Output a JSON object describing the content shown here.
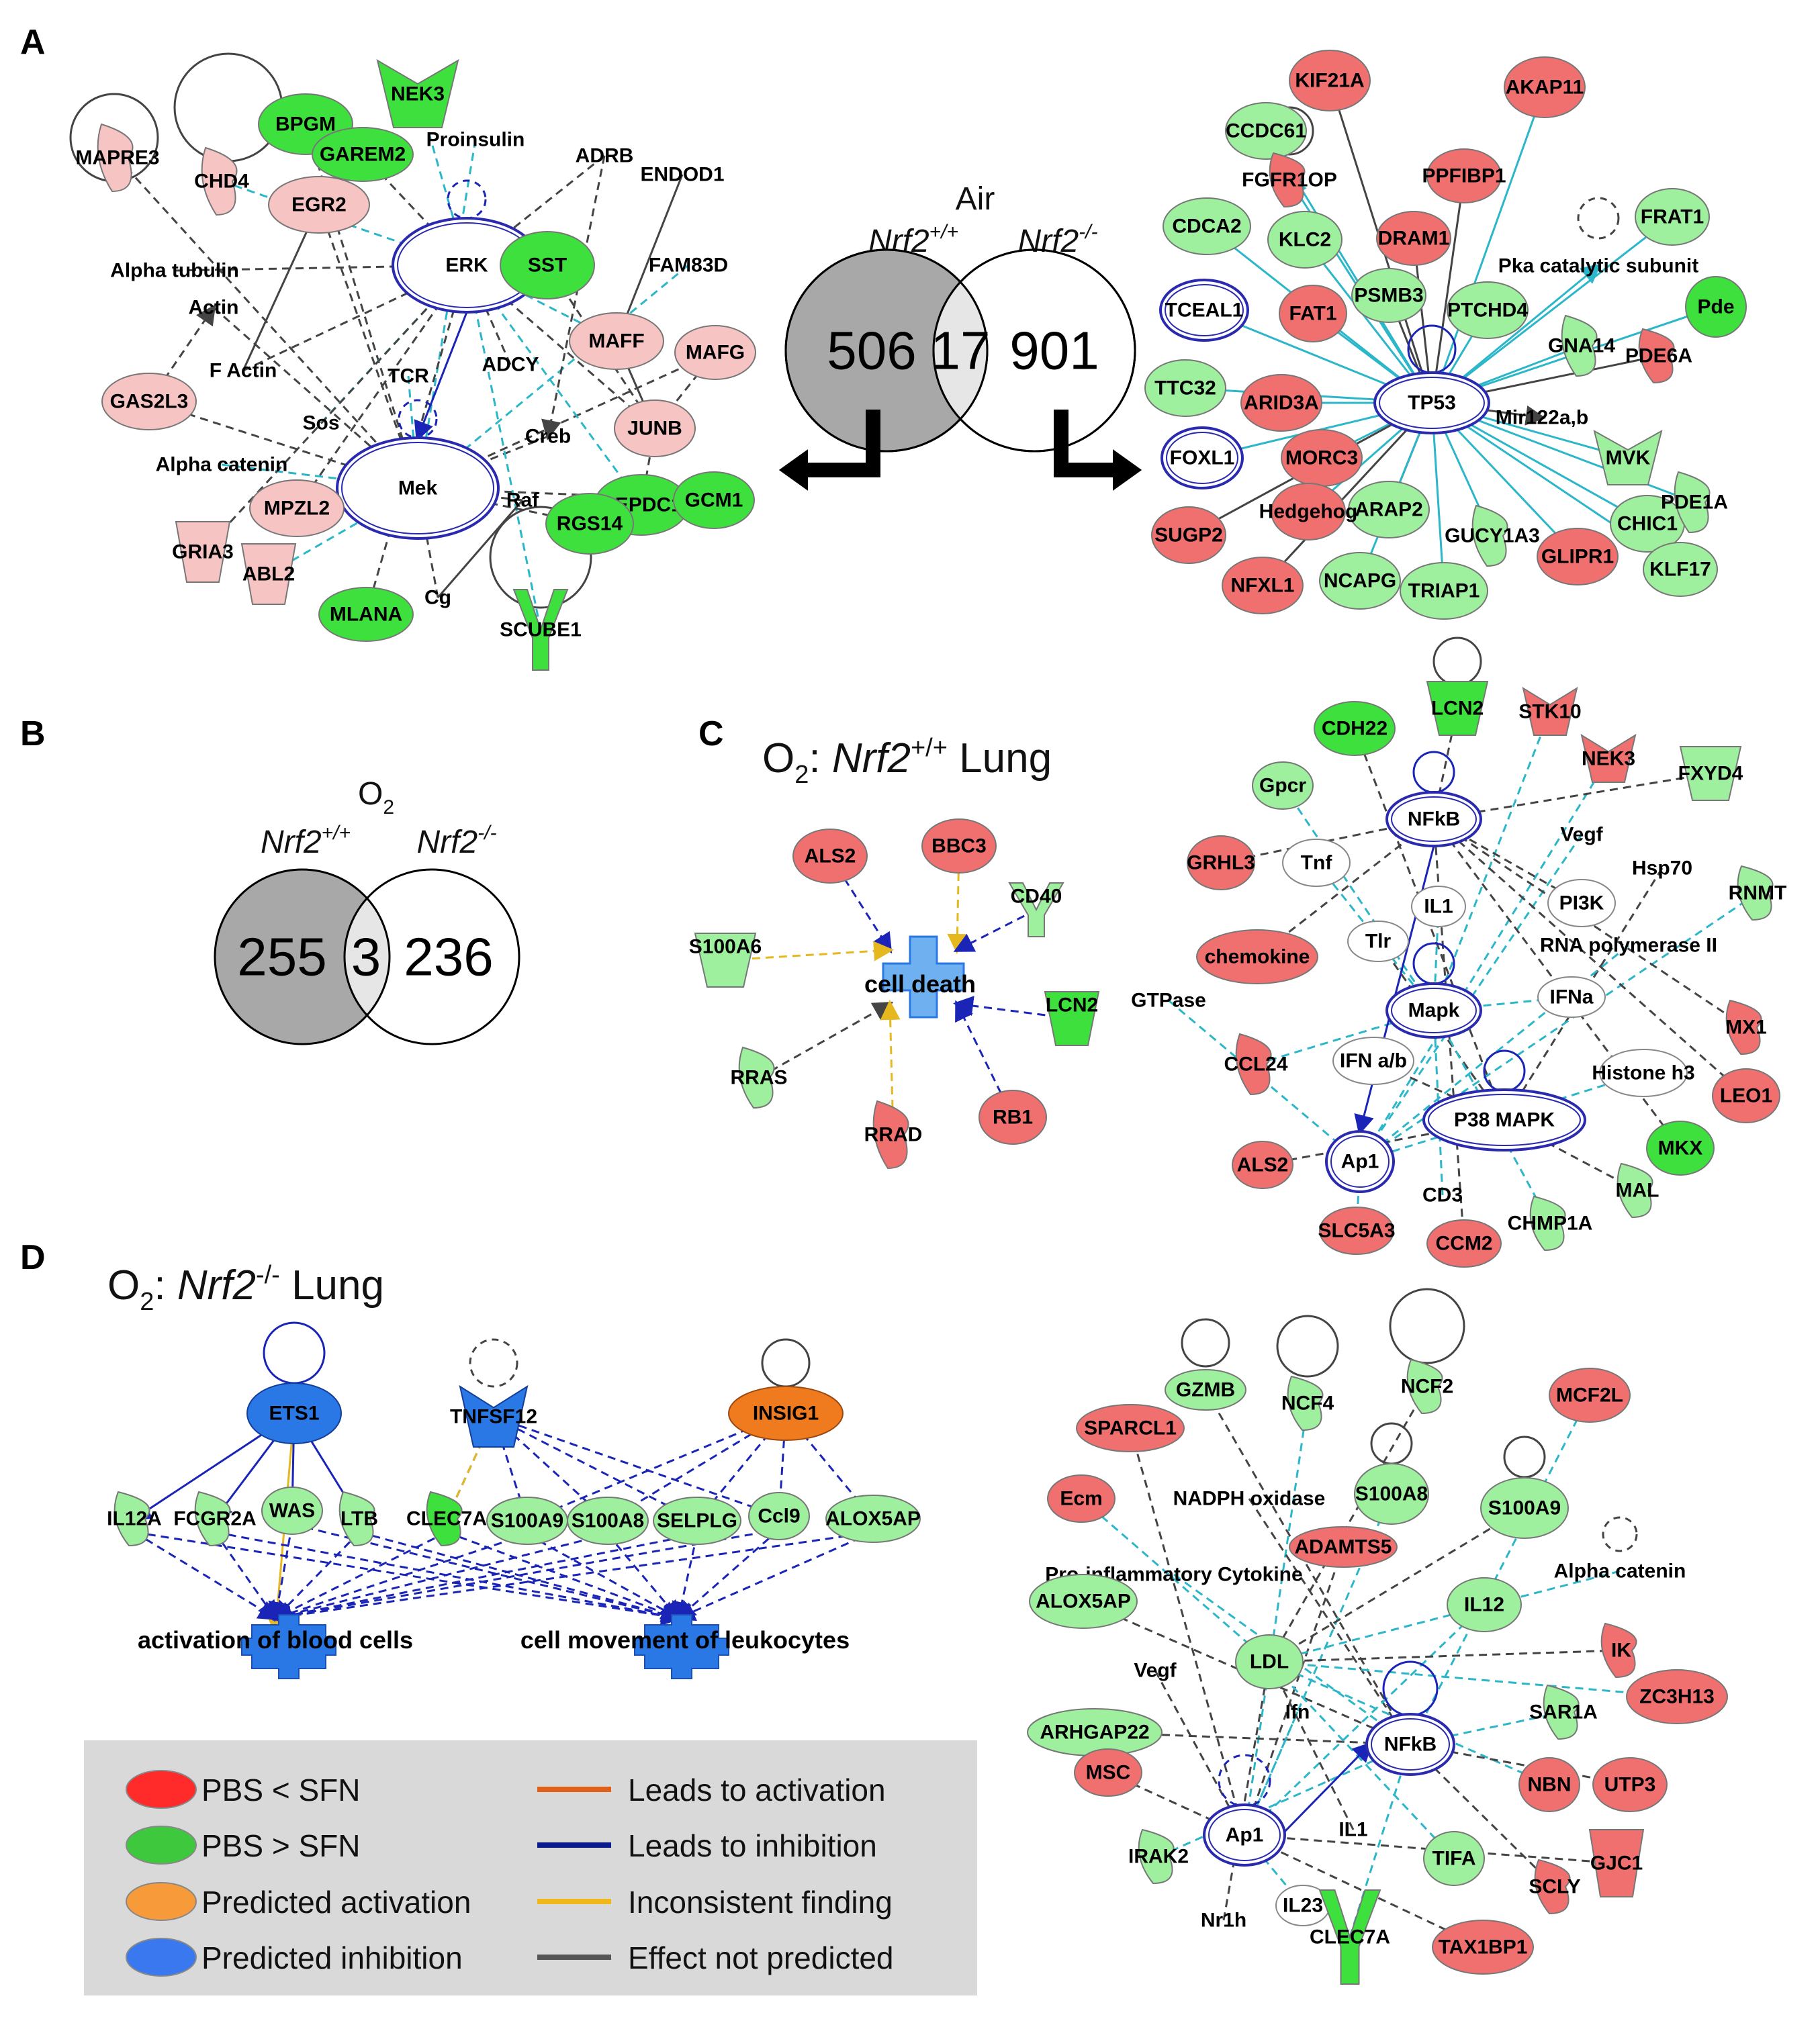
{
  "panel_letters": [
    "A",
    "B",
    "C",
    "D"
  ],
  "colors": {
    "up_strong": "#f07070",
    "up_light": "#f7c4c4",
    "down_strong": "#3ee03e",
    "down_light": "#9ef09e",
    "predicted_activation": "#f07a1e",
    "predicted_inhibition": "#2a78e6",
    "arrow_teal": "#2bb7c9",
    "arrow_blue": "#1a25b8",
    "arrow_gray": "#444444",
    "arrow_yellow": "#e6b820",
    "legend_bg": "#d9d9d9"
  },
  "venn_a": {
    "title": "Air",
    "left_label": "Nrf2",
    "left_sup": "+/+",
    "right_label": "Nrf2",
    "right_sup": "-/-",
    "left_value": "506",
    "overlap_value": "17",
    "right_value": "901"
  },
  "venn_b": {
    "title": "O",
    "title_sub": "2",
    "left_label": "Nrf2",
    "left_sup": "+/+",
    "right_label": "Nrf2",
    "right_sup": "-/-",
    "left_value": "255",
    "overlap_value": "3",
    "right_value": "236"
  },
  "headings": {
    "c": {
      "prefix": "O",
      "sub": "2",
      "colon": ": ",
      "gene": "Nrf2",
      "sup": "+/+",
      "suffix": " Lung"
    },
    "d": {
      "prefix": "O",
      "sub": "2",
      "colon": ": ",
      "gene": "Nrf2",
      "sup": "-/-",
      "suffix": " Lung"
    }
  },
  "function_labels": {
    "cell_death": "cell death",
    "activation_blood": "activation of blood cells",
    "cell_movement": "cell movement of leukocytes"
  },
  "legend": {
    "items_left": [
      "PBS < SFN",
      "PBS > SFN",
      "Predicted activation",
      "Predicted inhibition"
    ],
    "items_right": [
      "Leads to activation",
      "Leads to inhibition",
      "Inconsistent finding",
      "Effect not predicted"
    ]
  },
  "networks": {
    "a_left": [
      "NEK3",
      "BPGM",
      "GAREM2",
      "Proinsulin",
      "ADRB",
      "ENDOD1",
      "MAPRE3",
      "CHD4",
      "EGR2",
      "ERK",
      "SST",
      "FAM83D",
      "Alpha tubulin",
      "Actin",
      "MAFF",
      "MAFG",
      "F Actin",
      "TCR",
      "ADCY",
      "GAS2L3",
      "Sos",
      "Creb",
      "JUNB",
      "Alpha catenin",
      "Mek",
      "MPZL2",
      "Raf",
      "DEPDC1",
      "GCM1",
      "GRIA3",
      "ABL2",
      "MLANA",
      "Cg",
      "SCUBE1",
      "RGS14"
    ],
    "a_right": [
      "KIF21A",
      "AKAP11",
      "CCDC61",
      "FGFR1OP",
      "PPFIBP1",
      "FRAT1",
      "CDCA2",
      "KLC2",
      "DRAM1",
      "Pka catalytic subunit",
      "TCEAL1",
      "FAT1",
      "PSMB3",
      "PTCHD4",
      "GNA14",
      "Pde",
      "PDE6A",
      "TTC32",
      "ARID3A",
      "TP53",
      "Mir122a,b",
      "FOXL1",
      "MORC3",
      "MVK",
      "ARAP2",
      "Hedgehog",
      "CHIC1",
      "PDE1A",
      "SUGP2",
      "GUCY1A3",
      "GLIPR1",
      "KLF17",
      "NFXL1",
      "NCAPG",
      "TRIAP1"
    ],
    "c_left": [
      "ALS2",
      "BBC3",
      "CD40",
      "S100A6",
      "LCN2",
      "RRAS",
      "RB1",
      "RRAD"
    ],
    "c_right": [
      "LCN2",
      "STK10",
      "CDH22",
      "NEK3",
      "FXYD4",
      "Gpcr",
      "NFkB",
      "Vegf",
      "GRHL3",
      "Tnf",
      "Hsp70",
      "RNMT",
      "PI3K",
      "IL1",
      "Tlr",
      "RNA polymerase II",
      "chemokine",
      "IFNa",
      "Mapk",
      "GTPase",
      "MX1",
      "CCL24",
      "IFN a/b",
      "Histone h3",
      "LEO1",
      "P38 MAPK",
      "ALS2",
      "Ap1",
      "MKX",
      "CD3",
      "MAL",
      "SLC5A3",
      "CCM2",
      "CHMP1A"
    ],
    "d_left": [
      "ETS1",
      "TNFSF12",
      "INSIG1",
      "IL12A",
      "FCGR2A",
      "WAS",
      "LTB",
      "CLEC7A",
      "S100A9",
      "S100A8",
      "SELPLG",
      "Ccl9",
      "ALOX5AP"
    ],
    "d_right": [
      "GZMB",
      "NCF4",
      "NCF2",
      "MCF2L",
      "SPARCL1",
      "Ecm",
      "NADPH oxidase",
      "S100A8",
      "S100A9",
      "Pro-inflammatory Cytokine",
      "ADAMTS5",
      "Alpha catenin",
      "ALOX5AP",
      "IL12",
      "IK",
      "LDL",
      "Vegf",
      "ZC3H13",
      "ARHGAP22",
      "Ifn",
      "NFkB",
      "SAR1A",
      "MSC",
      "NBN",
      "UTP3",
      "Ap1",
      "IL1",
      "IRAK2",
      "GJC1",
      "TIFA",
      "SCLY",
      "IL23",
      "Nr1h",
      "CLEC7A",
      "TAX1BP1"
    ]
  }
}
